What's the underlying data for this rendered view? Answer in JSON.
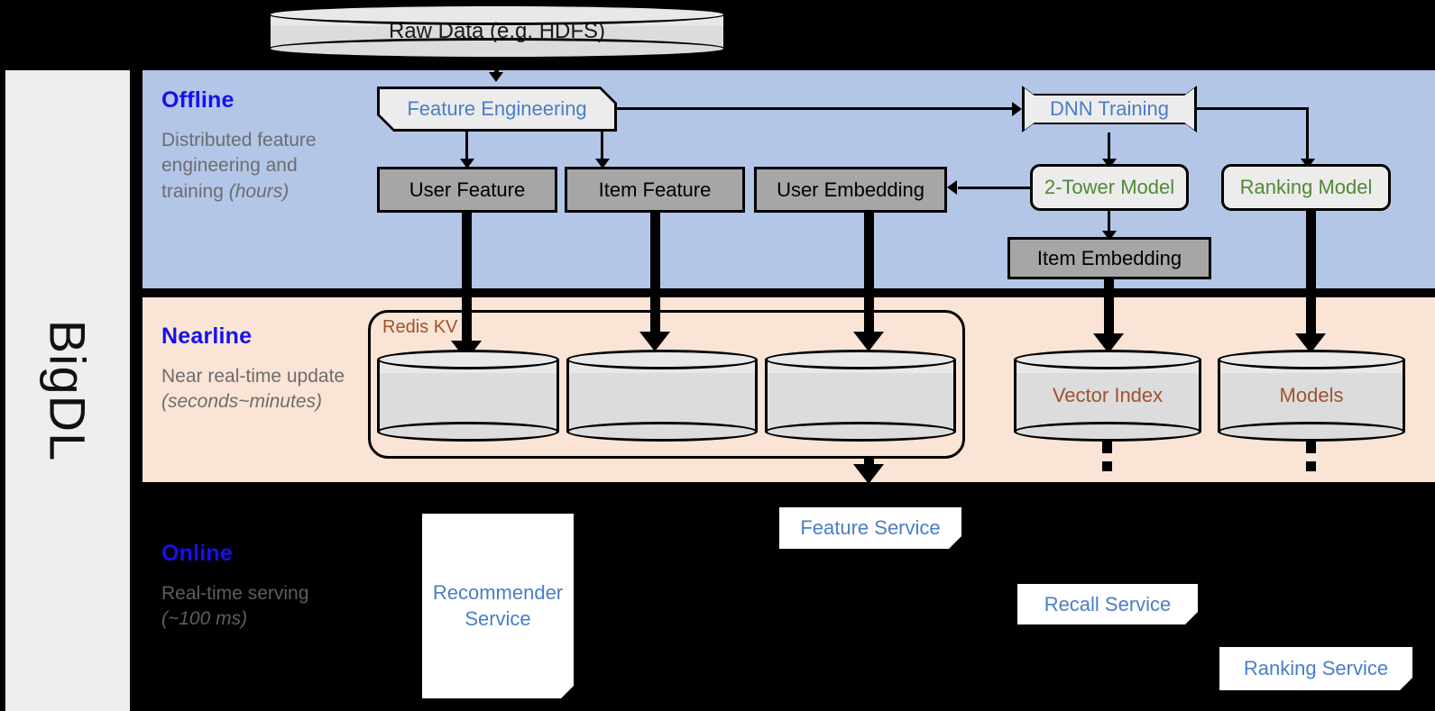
{
  "product": {
    "name": "BigDL"
  },
  "source": {
    "label": "Raw Data (e.g. HDFS)"
  },
  "bands": [
    {
      "id": "offline",
      "title": "Offline",
      "subtitle_plain": "Distributed feature engineering and training ",
      "subtitle_italic": "(hours)",
      "bg": "#b3c6e8"
    },
    {
      "id": "nearline",
      "title": "Nearline",
      "subtitle_plain": "Near real-time update ",
      "subtitle_italic": "(seconds~minutes)",
      "bg": "#fae4d5"
    },
    {
      "id": "online",
      "title": "Online",
      "subtitle_plain": "Real-time serving ",
      "subtitle_italic": "(~100 ms)",
      "bg": "#000000"
    }
  ],
  "offline": {
    "feature_engineering": "Feature Engineering",
    "dnn_training": "DNN Training",
    "user_feature": "User Feature",
    "item_feature": "Item Feature",
    "user_embedding": "User Embedding",
    "two_tower_model": "2-Tower Model",
    "ranking_model": "Ranking Model",
    "item_embedding": "Item Embedding"
  },
  "nearline": {
    "redis_kv": "Redis KV",
    "store_1": "",
    "store_2": "",
    "store_3": "",
    "vector_index": "Vector Index",
    "models": "Models"
  },
  "online": {
    "recommender_service": "Recommender Service",
    "feature_service": "Feature Service",
    "recall_service": "Recall Service",
    "ranking_service": "Ranking Service"
  },
  "colors": {
    "offline_band": "#b3c6e8",
    "nearline_band": "#fae4d5",
    "online_band": "#000000",
    "band_title": "#1510f0",
    "band_subtitle": "#6d6d6d",
    "process_text": "#4a7ec7",
    "model_text": "#4f8a33",
    "store_text": "#a0522d",
    "data_box_fill": "#a6a6a6",
    "process_box_fill": "#ececec",
    "rail_fill": "#eeeeee"
  }
}
